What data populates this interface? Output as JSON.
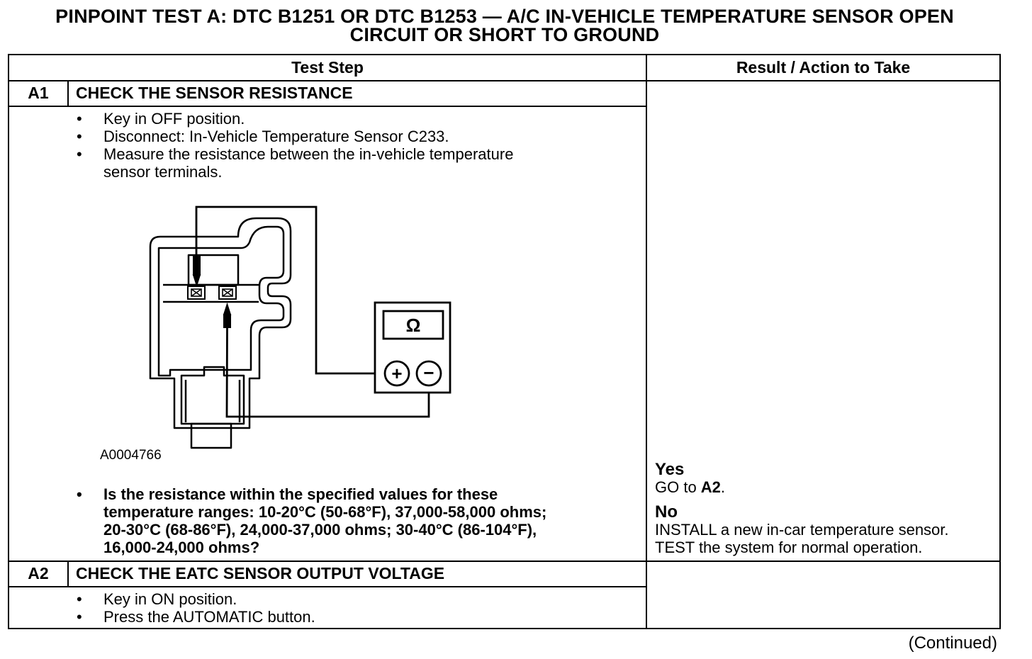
{
  "title": {
    "line1": "PINPOINT TEST  A: DTC B1251 OR DTC B1253 — A/C IN-VEHICLE TEMPERATURE SENSOR OPEN",
    "line2": "CIRCUIT OR SHORT TO GROUND"
  },
  "table": {
    "col_test_step": "Test Step",
    "col_result": "Result / Action to Take"
  },
  "a1": {
    "id": "A1",
    "heading": "CHECK THE SENSOR RESISTANCE",
    "bullets": [
      "Key in OFF position.",
      "Disconnect: In-Vehicle Temperature Sensor C233.",
      "Measure the resistance between the in-vehicle temperature",
      "sensor terminals."
    ],
    "figure_id": "A0004766",
    "meter_symbol": "Ω",
    "plus": "+",
    "minus": "−",
    "question": [
      "Is the resistance within the specified values for these",
      "temperature ranges: 10-20°C (50-68°F), 37,000-58,000 ohms;",
      "20-30°C (68-86°F), 24,000-37,000 ohms; 30-40°C (86-104°F),",
      "16,000-24,000 ohms?"
    ],
    "yes_label": "Yes",
    "yes_prefix": "GO to ",
    "yes_target": "A2",
    "yes_suffix": ".",
    "no_label": "No",
    "no_lines": [
      "INSTALL a new in-car temperature sensor.",
      "TEST the system for normal operation."
    ]
  },
  "a2": {
    "id": "A2",
    "heading": "CHECK THE EATC SENSOR OUTPUT VOLTAGE",
    "bullets": [
      "Key in ON position.",
      "Press the AUTOMATIC button."
    ]
  },
  "footer": {
    "continued": "(Continued)"
  },
  "bullet_char": "•"
}
